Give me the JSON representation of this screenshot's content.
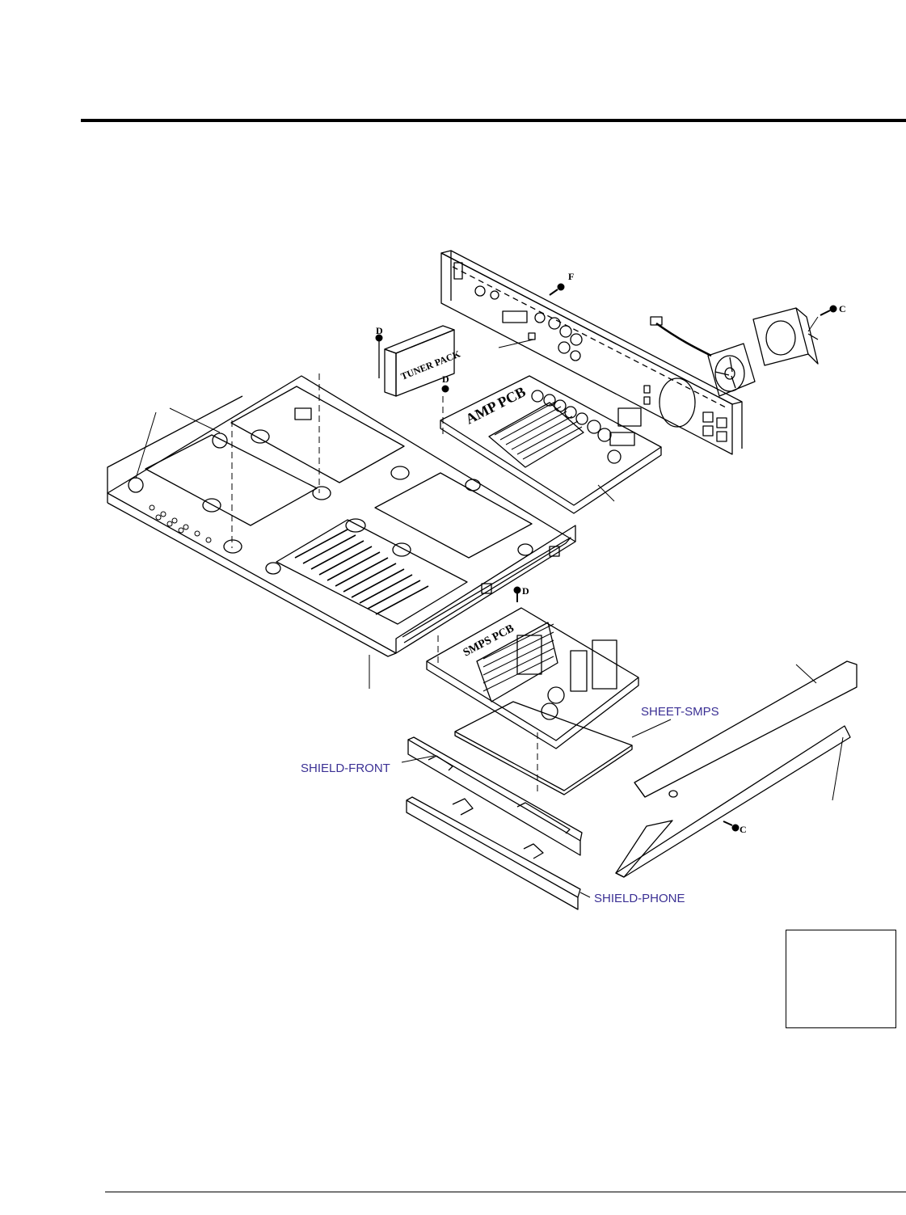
{
  "colors": {
    "callout": "#3b3094",
    "line": "#000000"
  },
  "callouts": {
    "sheet_smps": "SHEET-SMPS",
    "shield_front": "SHIELD-FRONT",
    "shield_phone": "SHIELD-PHONE"
  },
  "parts": {
    "tuner_pack": "TUNER PACK",
    "amp_pcb": "AMP PCB",
    "smps_pcb": "SMPS PCB"
  },
  "screws": {
    "f": "F",
    "c_fan": "C",
    "d_tuner": "D",
    "d_amp": "D",
    "d_smps": "D",
    "c_side": "C"
  }
}
